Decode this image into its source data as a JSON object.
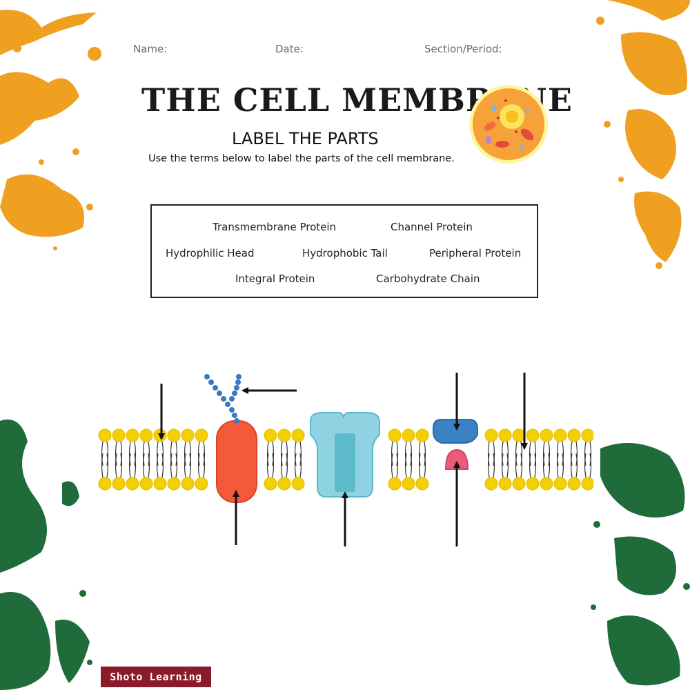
{
  "header": {
    "name_label": "Name:",
    "date_label": "Date:",
    "section_label": "Section/Period:"
  },
  "title": "THE CELL MEMBRANE",
  "subtitle": "LABEL THE PARTS",
  "instructions": "Use the terms below to label the parts of the cell membrane.",
  "word_bank": {
    "terms": [
      "Transmembrane Protein",
      "Channel Protein",
      "Hydrophilic Head",
      "Hydrophobic Tail",
      "Peripheral Protein",
      "Integral Protein",
      "Carbohydrate Chain"
    ]
  },
  "brand": "Shoto Learning",
  "colors": {
    "orange_splatter": "#f0a020",
    "green_splatter": "#1f6b3a",
    "phospholipid_head": "#f5d000",
    "transmembrane_protein": "#f4593a",
    "channel_protein": "#8fd3e3",
    "peripheral_protein": "#3b82c4",
    "integral_protein": "#e95d7a",
    "carbohydrate_chain": "#3a7bbf",
    "brand_bg": "#8b1a2b"
  },
  "icons": [
    "animal-cell-icon"
  ]
}
